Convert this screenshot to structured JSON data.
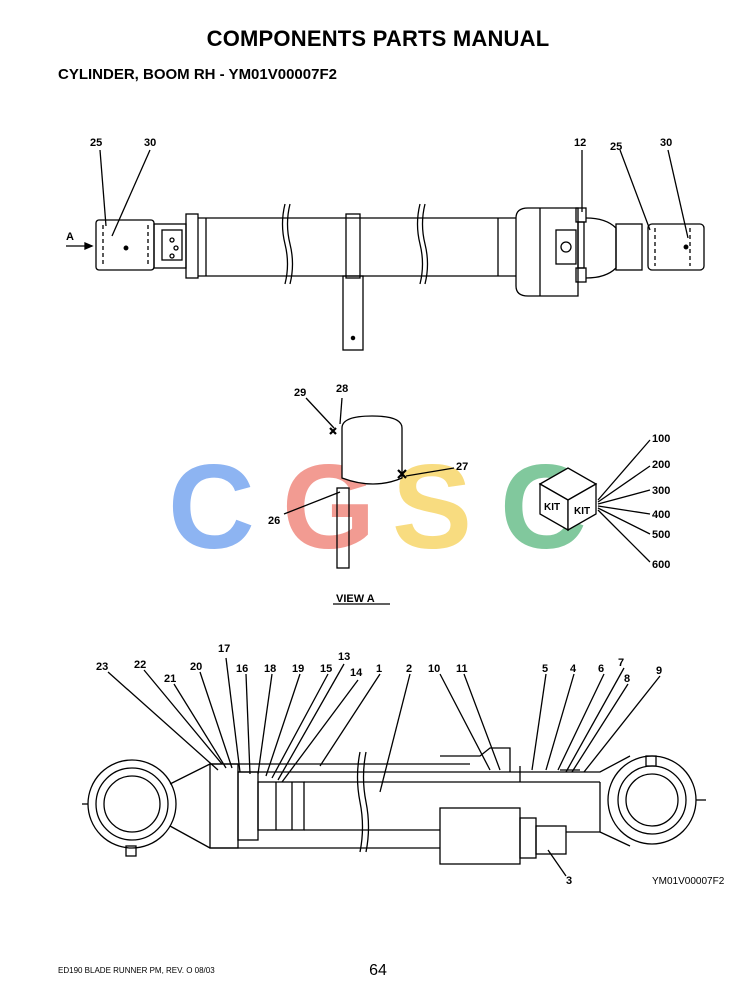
{
  "document": {
    "title": "COMPONENTS PARTS MANUAL",
    "subtitle": "CYLINDER, BOOM RH - YM01V00007F2"
  },
  "top_view": {
    "labels": [
      "25",
      "30",
      "12",
      "25",
      "30"
    ],
    "arrow_label": "A"
  },
  "view_a": {
    "labels": [
      "29",
      "28",
      "27",
      "26"
    ],
    "caption": "VIEW   A",
    "kit_text": "KIT",
    "kit_numbers": [
      "100",
      "200",
      "300",
      "400",
      "500",
      "600"
    ]
  },
  "section_view": {
    "labels": [
      "17",
      "13",
      "23",
      "22",
      "20",
      "16",
      "18",
      "19",
      "15",
      "14",
      "1",
      "2",
      "10",
      "11",
      "5",
      "4",
      "6",
      "7",
      "8",
      "9",
      "21",
      "3"
    ],
    "drawing_code": "YM01V00007F2"
  },
  "watermark": {
    "letters": [
      "C",
      "G",
      "S",
      "C"
    ],
    "colors": [
      "#7aa7f0",
      "#f08a80",
      "#f7d66a",
      "#6cbf8c"
    ]
  },
  "footer": {
    "left": "ED190 BLADE RUNNER PM,  REV. O  08/03",
    "page": "64"
  }
}
